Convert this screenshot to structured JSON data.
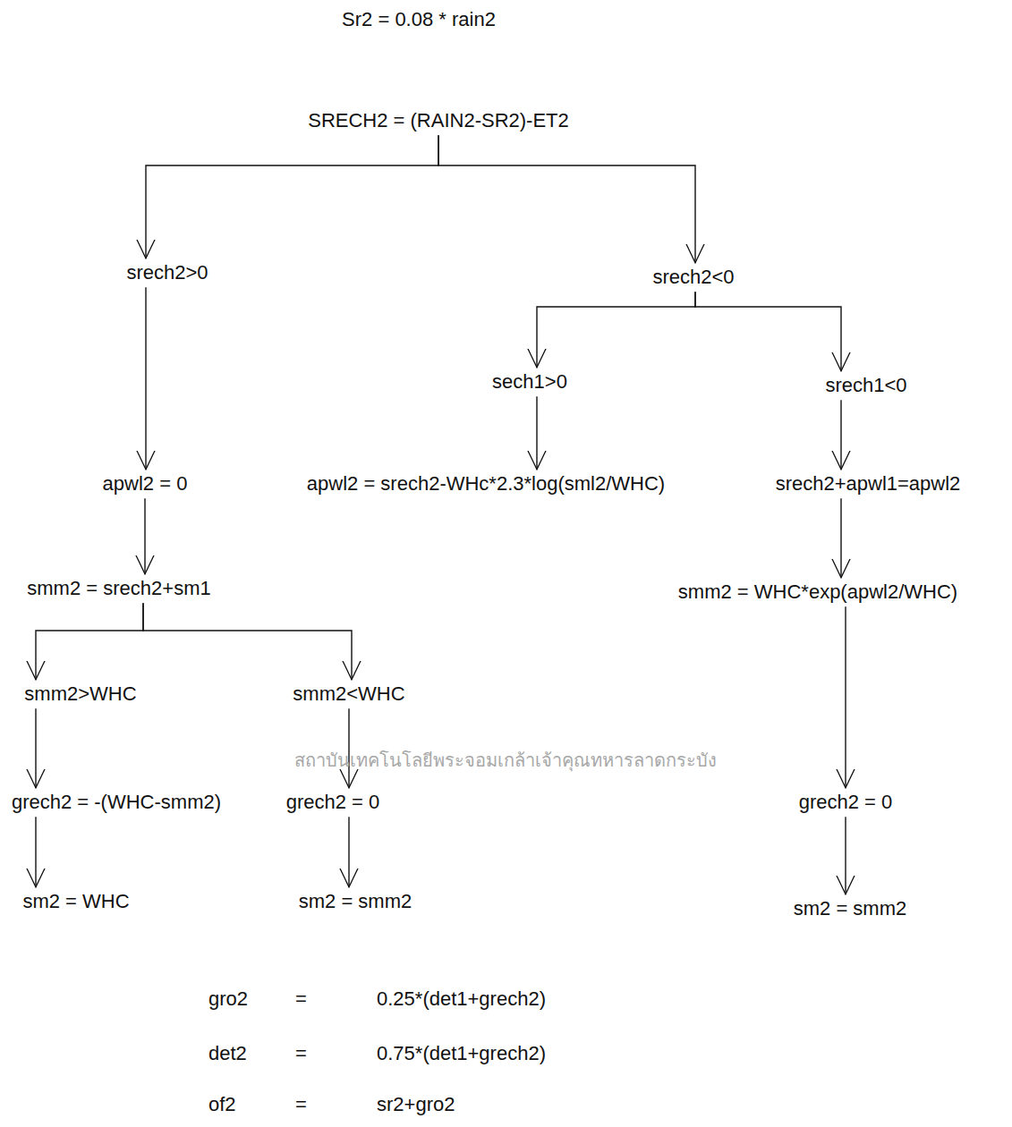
{
  "diagram": {
    "nodes": [
      {
        "text": [
          "SRECH2 = (RAIN2-SR2)-ET2"
        ]
      },
      {
        "text": [
          "srech2>0"
        ]
      },
      {
        "text": [
          "srech2<0"
        ]
      },
      {
        "text": [
          "sech1>0"
        ]
      },
      {
        "text": [
          "srech1<0"
        ]
      },
      {
        "text": [
          "apwl2 = 0"
        ]
      },
      {
        "text": [
          "apwl2 = srech2-WHc*2.3*log(sml2/WHC)"
        ]
      },
      {
        "text": [
          "srech2+apwl1=apwl2"
        ]
      },
      {
        "text": [
          "smm2 = srech2+sm1"
        ]
      },
      {
        "text": [
          "smm2 = WHC*exp(apwl2/WHC)"
        ]
      },
      {
        "text": [
          "smm2>WHC"
        ]
      },
      {
        "text": [
          "smm2<WHC"
        ]
      },
      {
        "text": [
          "grech2 = -(WHC-smm2)"
        ]
      },
      {
        "text": [
          "grech2 = 0"
        ]
      },
      {
        "text": [
          "grech2 = 0"
        ]
      },
      {
        "text": [
          "sm2 = WHC"
        ]
      },
      {
        "text": [
          "sm2 = smm2"
        ]
      },
      {
        "text": [
          "sm2 = smm2"
        ]
      }
    ],
    "edges": [
      {
        "from": 0,
        "to": 1,
        "arrow": "to"
      },
      {
        "from": 0,
        "to": 2,
        "arrow": "to"
      },
      {
        "from": 2,
        "to": 3,
        "arrow": "to"
      },
      {
        "from": 2,
        "to": 4,
        "arrow": "to"
      },
      {
        "from": 1,
        "to": 5,
        "arrow": "to"
      },
      {
        "from": 3,
        "to": 6,
        "arrow": "to"
      },
      {
        "from": 4,
        "to": 7,
        "arrow": "to"
      },
      {
        "from": 5,
        "to": 8,
        "arrow": "to"
      },
      {
        "from": 7,
        "to": 9,
        "arrow": "to"
      },
      {
        "from": 8,
        "to": 10,
        "arrow": "to"
      },
      {
        "from": 8,
        "to": 11,
        "arrow": "to"
      },
      {
        "from": 10,
        "to": 12,
        "arrow": "to"
      },
      {
        "from": 11,
        "to": 13,
        "arrow": "to"
      },
      {
        "from": 9,
        "to": 14,
        "arrow": "to"
      },
      {
        "from": 12,
        "to": 15,
        "arrow": "to"
      },
      {
        "from": 13,
        "to": 16,
        "arrow": "to"
      },
      {
        "from": 14,
        "to": 17,
        "arrow": "to"
      }
    ],
    "labels": [
      "Sr2 = 0.08 * rain2",
      "gro2",
      "=",
      "0.25*(det1+grech2)",
      "det2",
      "=",
      "0.75*(det1+grech2)",
      "of2",
      "=",
      "sr2+gro2",
      "สถาบันเทคโนโลยีพระจอมเกล้าเจ้าคุณทหารลาดกระบัง"
    ]
  }
}
